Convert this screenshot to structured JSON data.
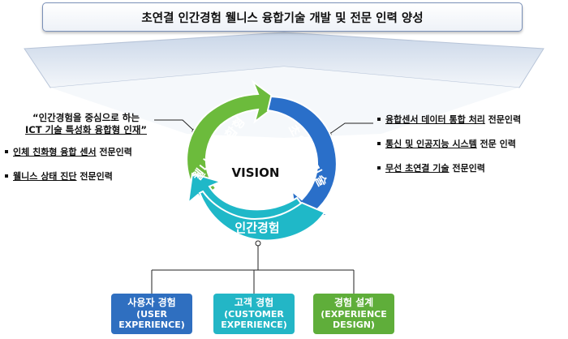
{
  "title": "초연결 인간경험 웰니스 융합기술 개발 및 전문 인력 양성",
  "center": "VISION",
  "segments": {
    "left": "웰니스 융합형 인재",
    "right": "초연결 기술",
    "bottom": "인간경험"
  },
  "left_panel": {
    "quote_line1": "“인간경험을 중심으로 하는",
    "quote_line2": "ICT 기술 특성화 융합형 인재”",
    "items": [
      {
        "u": "인체 친화형 융합 센서",
        "rest": " 전문인력"
      },
      {
        "u": "웰니스 상태 진단",
        "rest": " 전문인력"
      }
    ]
  },
  "right_panel": {
    "items": [
      {
        "u": "융합센서 데이터 통합 처리",
        "rest": " 전문인력"
      },
      {
        "u": "통신 및 인공지능 시스템",
        "rest": " 전문 인력"
      },
      {
        "u": "무선 초연결 기술",
        "rest": " 전문인력"
      }
    ]
  },
  "bottom_boxes": [
    {
      "ko": "사용자 경험",
      "en1": "(USER",
      "en2": "EXPERIENCE)",
      "color": "#2f6fc0"
    },
    {
      "ko": "고객 경험",
      "en1": "(CUSTOMER",
      "en2": "EXPERIENCE)",
      "color": "#23b6c6"
    },
    {
      "ko": "경험 설계",
      "en1": "(EXPERIENCE",
      "en2": "DESIGN)",
      "color": "#5fae3a"
    }
  ],
  "colors": {
    "green": "#6cbb3c",
    "blue": "#2a6fc9",
    "teal": "#1fb8c8"
  }
}
